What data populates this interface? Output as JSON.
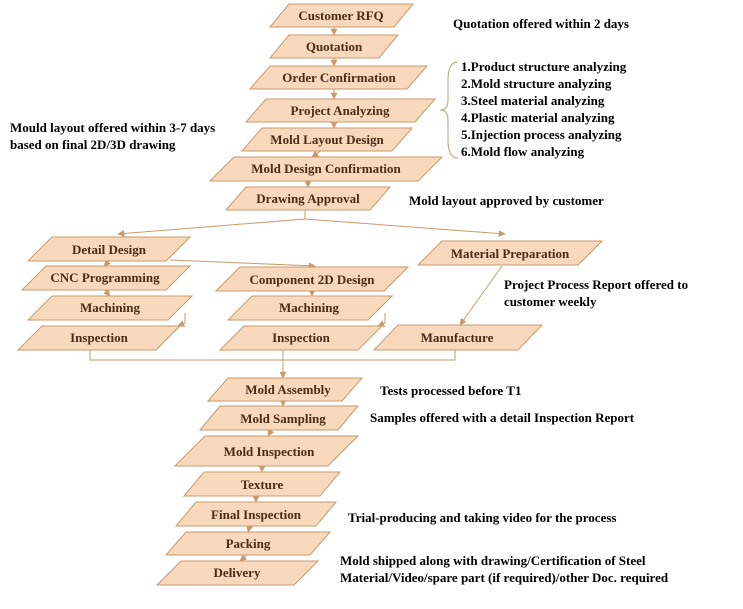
{
  "nodes": {
    "customer_rfq": "Customer RFQ",
    "quotation": "Quotation",
    "order_confirmation": "Order Confirmation",
    "project_analyzing": "Project Analyzing",
    "mold_layout_design": "Mold Layout Design",
    "mold_design_confirmation": "Mold Design Confirmation",
    "drawing_approval": "Drawing Approval",
    "detail_design": "Detail Design",
    "cnc_programming": "CNC Programming",
    "machining_left": "Machining",
    "inspection_left": "Inspection",
    "component_2d_design": "Component 2D Design",
    "machining_mid": "Machining",
    "inspection_mid": "Inspection",
    "material_preparation": "Material Preparation",
    "manufacture": "Manufacture",
    "mold_assembly": "Mold Assembly",
    "mold_sampling": "Mold Sampling",
    "mold_inspection": "Mold Inspection",
    "texture": "Texture",
    "final_inspection": "Final Inspection",
    "packing": "Packing",
    "delivery": "Delivery"
  },
  "notes": {
    "quotation_time": "Quotation offered within 2 days",
    "analysis_list": [
      "1.Product structure analyzing",
      "2.Mold structure analyzing",
      "3.Steel material analyzing",
      "4.Plastic material analyzing",
      "5.Injection process analyzing",
      "6.Mold flow analyzing"
    ],
    "mould_layout": [
      "Mould layout offered within 3-7 days",
      "based on final 2D/3D drawing"
    ],
    "layout_approved": "Mold layout approved by customer",
    "process_report": [
      "Project Process Report offered to",
      "customer weekly"
    ],
    "tests": "Tests processed before T1",
    "samples": "Samples offered with a detail Inspection Report",
    "trial": "Trial-producing and taking video for the process",
    "shipping": [
      "Mold shipped along with drawing/Certification of Steel",
      "Material/Video/spare part (if required)/other Doc. required"
    ]
  },
  "colors": {
    "node_fill": "#f9d9bb",
    "node_stroke": "#c89a6d",
    "node_text": "#4a2d14",
    "connector": "#c89a6d",
    "note_text": "#000000"
  }
}
